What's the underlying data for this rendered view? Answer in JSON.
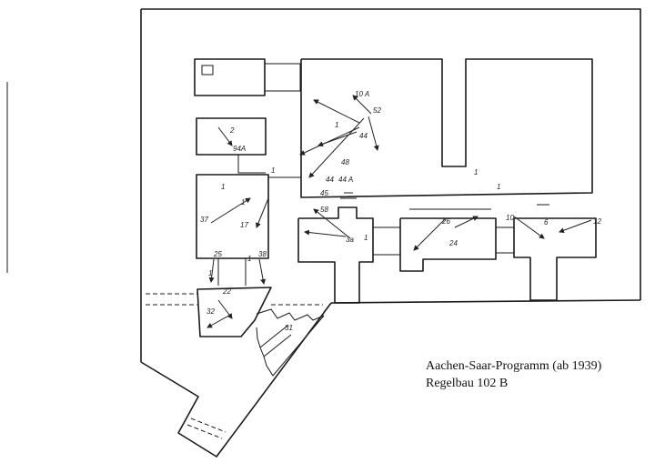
{
  "caption": {
    "line1": "Aachen-Saar-Programm (ab 1939)",
    "line2": "Regelbau  102 B"
  },
  "room_labels": [
    "10 A",
    "52",
    "1",
    "44",
    "2",
    "94A",
    "1",
    "1",
    "48",
    "1",
    "44",
    "45",
    "44 A",
    "1",
    "58",
    "1",
    "3a",
    "1",
    "24",
    "26",
    "10",
    "6",
    "12",
    "37",
    "17",
    "38",
    "1",
    "1",
    "25",
    "22",
    "32",
    "31"
  ]
}
